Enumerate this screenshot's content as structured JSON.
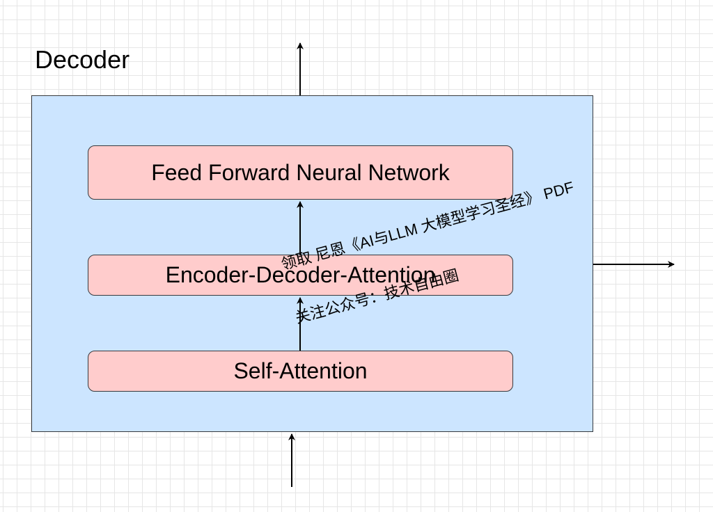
{
  "diagram": {
    "title": "Decoder",
    "layers": [
      {
        "label": "Feed Forward Neural Network"
      },
      {
        "label": "Encoder-Decoder-Attention"
      },
      {
        "label": "Self-Attention"
      }
    ],
    "colors": {
      "decoder_fill": "#cce5ff",
      "layer_fill": "#ffcccc",
      "border": "#36393d",
      "arrow": "#000000"
    }
  },
  "watermark": {
    "line1": "领取 尼恩《AI与LLM 大模型学习圣经》 PDF",
    "line2": "关注公众号：技术自由圈"
  }
}
